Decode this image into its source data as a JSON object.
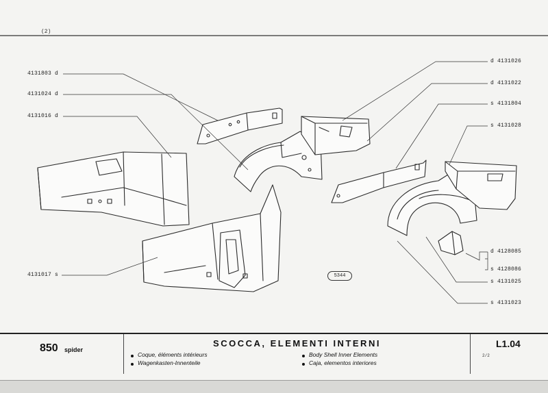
{
  "header": {
    "page_number": "(2)"
  },
  "part_numbers": {
    "p4131803": "4131803 d",
    "p4131024": "4131024 d",
    "p4131016": "4131016 d",
    "p4131017": "4131017 s",
    "p4131026": "d 4131026",
    "p4131022": "d 4131022",
    "p4131804": "s 4131804",
    "p4131028": "s 4131028",
    "p4128085": "d 4128085",
    "p4128086": "s 4128086",
    "p4131025": "s 4131025",
    "p4131023": "s 4131023"
  },
  "stamp": "5344",
  "title_block": {
    "model": "850",
    "model_suffix": "spider",
    "title": "SCOCCA, ELEMENTI INTERNI",
    "desc_fr": "Coque, éléments intérieurs",
    "desc_de": "Wagenkasten-Innenteile",
    "desc_en": "Body Shell Inner Elements",
    "desc_es": "Caja, elementos interiores",
    "code": "L1.04",
    "sheet": "2/2"
  }
}
